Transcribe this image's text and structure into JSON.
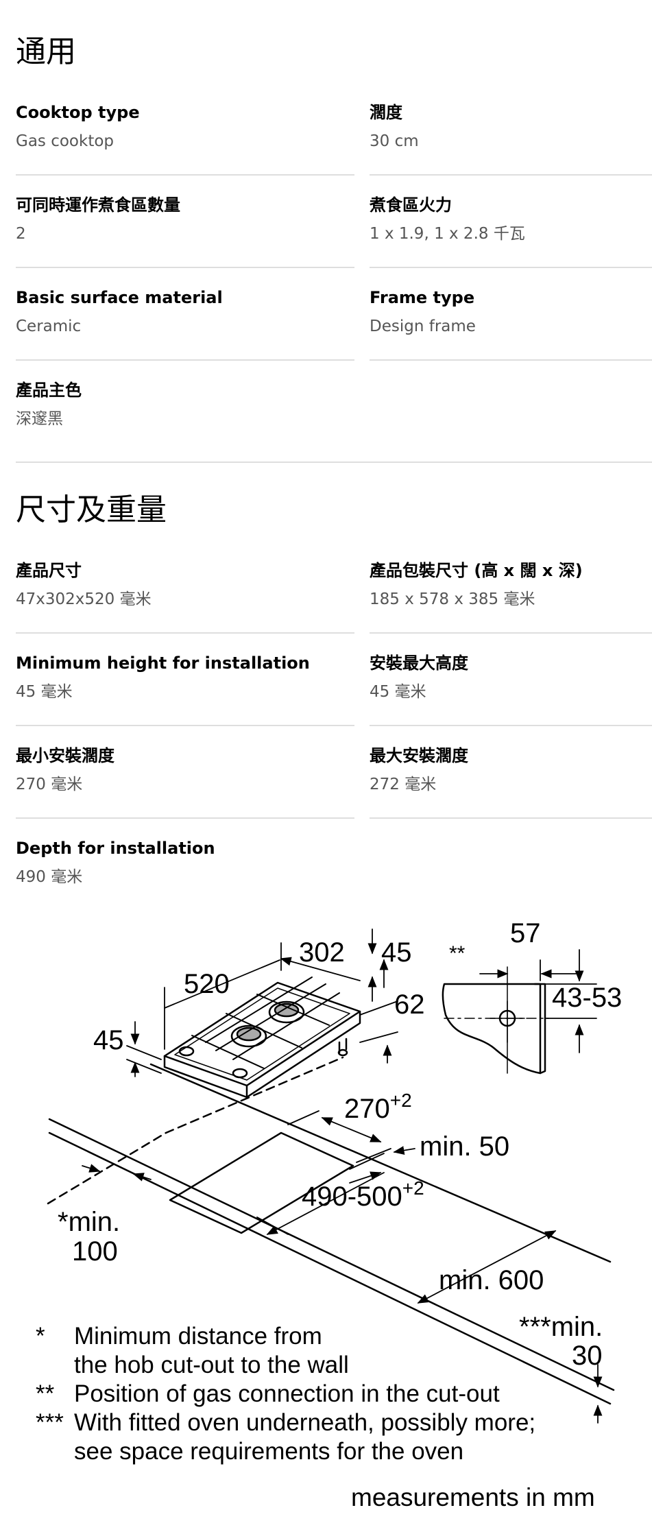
{
  "sections": [
    {
      "title": "通用",
      "items": [
        {
          "label": "Cooktop type",
          "value": "Gas cooktop"
        },
        {
          "label": "濶度",
          "value": "30 cm"
        },
        {
          "label": "可同時運作煮食區數量",
          "value": "2"
        },
        {
          "label": "煮食區火力",
          "value": "1 x 1.9, 1 x 2.8 千瓦"
        },
        {
          "label": "Basic surface material",
          "value": "Ceramic"
        },
        {
          "label": "Frame type",
          "value": "Design frame"
        },
        {
          "label": "產品主色",
          "value": "深邃黑"
        }
      ]
    },
    {
      "title": "尺寸及重量",
      "items": [
        {
          "label": "產品尺寸",
          "value": "47x302x520 毫米"
        },
        {
          "label": "產品包裝尺寸 (高 x 闊 x 深)",
          "value": "185 x 578 x 385 毫米"
        },
        {
          "label": "Minimum height for installation",
          "value": "45 毫米"
        },
        {
          "label": "安裝最大高度",
          "value": "45 毫米"
        },
        {
          "label": "最小安裝濶度",
          "value": "270 毫米"
        },
        {
          "label": "最大安裝濶度",
          "value": "272 毫米"
        },
        {
          "label": "Depth for installation",
          "value": "490 毫米"
        }
      ]
    }
  ],
  "diagram": {
    "dims": {
      "d302": "302",
      "d45_top": "45",
      "d57": "57",
      "stars2": "**",
      "d520": "520",
      "d62": "62",
      "d43_53": "43-53",
      "d45_left": "45",
      "d270": "270",
      "d270_tol": "+2",
      "min50": "min. 50",
      "d490": "490-500",
      "d490_tol": "+2",
      "min100_a": "*min.",
      "min100_b": "100",
      "min600": "min. 600",
      "min30_a": "***min.",
      "min30_b": "30"
    },
    "notes": [
      {
        "marker": "*",
        "lines": [
          "Minimum distance from",
          "the hob cut-out to the wall"
        ]
      },
      {
        "marker": "**",
        "lines": [
          "Position of gas connection in the cut-out"
        ]
      },
      {
        "marker": "***",
        "lines": [
          "With fitted oven underneath, possibly more;",
          "see space requirements for the oven"
        ]
      }
    ],
    "unit_note": "measurements in mm"
  }
}
